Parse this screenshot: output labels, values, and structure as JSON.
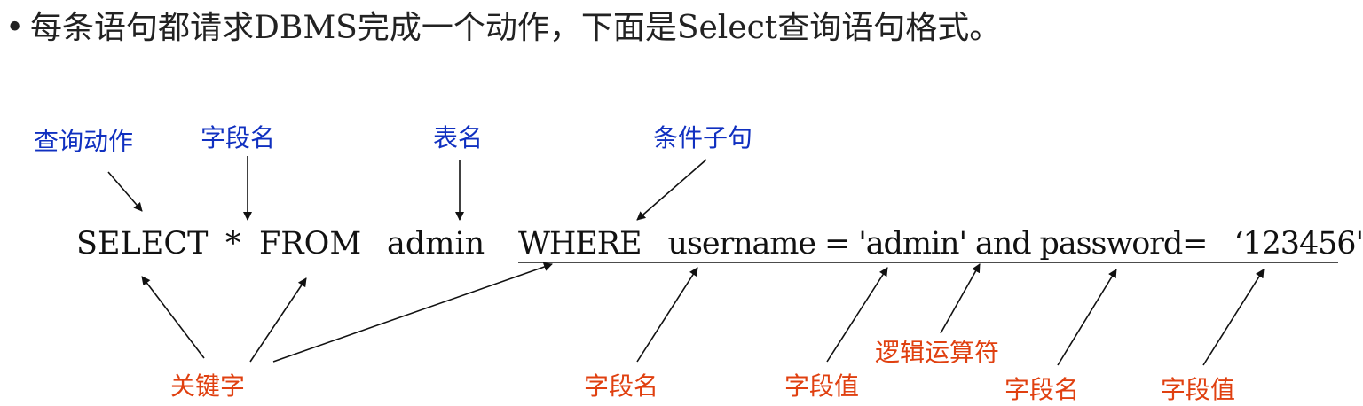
{
  "bullet": {
    "symbol": "•",
    "text": "每条语句都请求DBMS完成一个动作，下面是Select查询语句格式。"
  },
  "top_labels": {
    "query_action": "查询动作",
    "field_name": "字段名",
    "table_name": "表名",
    "condition_clause": "条件子句"
  },
  "sql": {
    "select": "SELECT",
    "star": "*",
    "from": "FROM",
    "table": "admin",
    "where_clause": "WHERE   username = 'admin' and password=   ‘123456'"
  },
  "bottom_labels": {
    "keyword": "关键字",
    "field_name_1": "字段名",
    "field_value_1": "字段值",
    "logical_operator": "逻辑运算符",
    "field_name_2": "字段名",
    "field_value_2": "字段值"
  },
  "colors": {
    "top_label": "#1030c0",
    "bottom_label": "#e04010",
    "text": "#111111"
  }
}
